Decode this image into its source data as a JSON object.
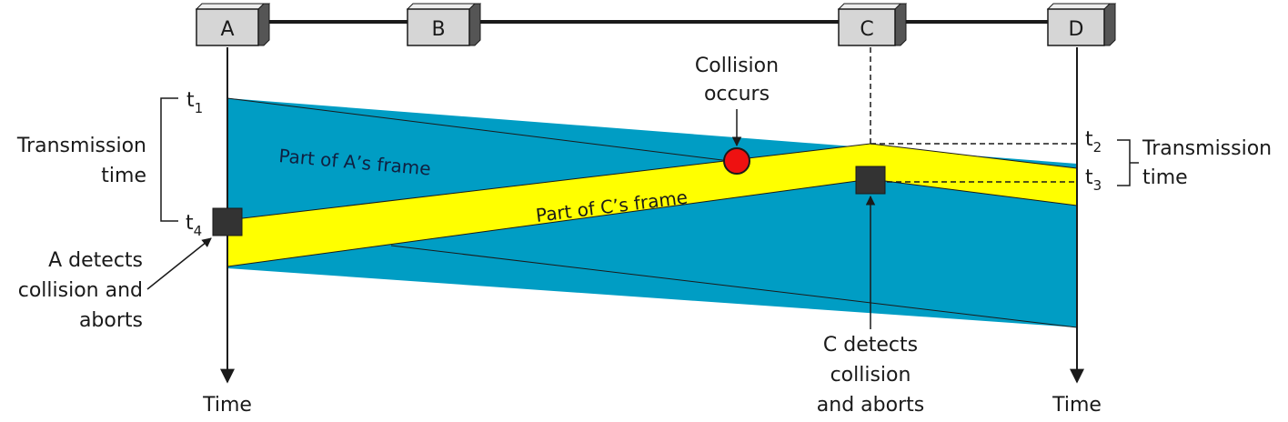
{
  "stations": [
    "A",
    "B",
    "C",
    "D"
  ],
  "time_left": "Time",
  "time_right": "Time",
  "frame_a_label": "Part of A’s frame",
  "frame_c_label": "Part of C’s frame",
  "collision": {
    "line1": "Collision",
    "line2": "occurs"
  },
  "t1": {
    "base": "t",
    "sub": "1"
  },
  "t2": {
    "base": "t",
    "sub": "2"
  },
  "t3": {
    "base": "t",
    "sub": "3"
  },
  "t4": {
    "base": "t",
    "sub": "4"
  },
  "left_tx": {
    "line1": "Transmission",
    "line2": "time"
  },
  "right_tx": {
    "line1": "Transmission",
    "line2": "time"
  },
  "a_detects": {
    "line1": "A detects",
    "line2": "collision and",
    "line3": "aborts"
  },
  "c_detects": {
    "line1": "C detects",
    "line2": "collision",
    "line3": "and aborts"
  },
  "colors": {
    "frame_a": "#009dc4",
    "frame_c": "#ffff00",
    "collision_dot": "#ee1111",
    "station_box": "#d6d6d6",
    "detect_box": "#333333"
  }
}
